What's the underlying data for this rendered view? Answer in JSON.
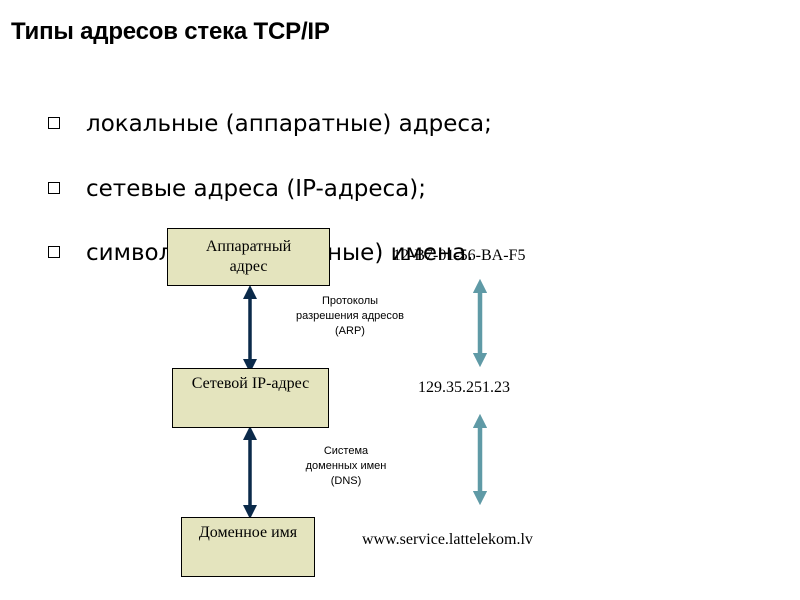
{
  "title": "Типы адресов стека TCP/IP",
  "bullets": [
    "локальные (аппаратные) адреса;",
    "сетевые адреса (IP-адреса);",
    "символьные (доменные) имена."
  ],
  "boxes": {
    "hardware": [
      "Аппаратный",
      "адрес"
    ],
    "network": "Сетевой IP-адрес",
    "domain": "Доменное имя"
  },
  "protocols": {
    "arp": [
      "Протоколы",
      "разрешения адресов",
      "(ARP)"
    ],
    "dns": [
      "Система",
      "доменных имен",
      "(DNS)"
    ]
  },
  "examples": {
    "mac": "12-B7-01-56-BA-F5",
    "ip": "129.35.251.23",
    "domain": "www.service.lattelekom.lv"
  },
  "colors": {
    "box_fill": "#e4e4be",
    "left_arrow": "#0b2a4a",
    "right_arrow": "#5f9aa6"
  }
}
